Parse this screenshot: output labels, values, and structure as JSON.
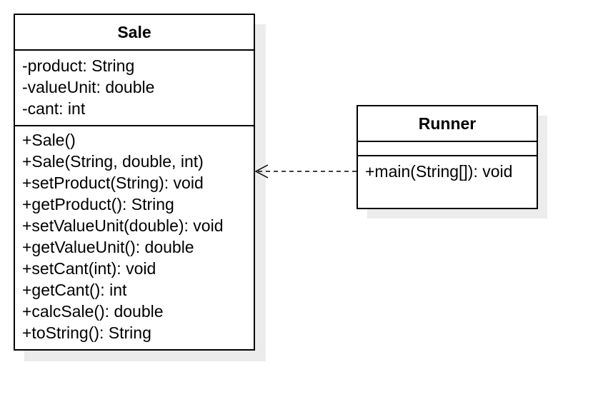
{
  "classes": {
    "sale": {
      "name": "Sale",
      "attributes": [
        "-product: String",
        "-valueUnit: double",
        "-cant: int"
      ],
      "operations": [
        "+Sale()",
        "+Sale(String, double, int)",
        "+setProduct(String): void",
        "+getProduct(): String",
        "+setValueUnit(double): void",
        "+getValueUnit(): double",
        "+setCant(int): void",
        "+getCant(): int",
        "+calcSale(): double",
        "+toString(): String"
      ]
    },
    "runner": {
      "name": "Runner",
      "attributes": [],
      "operations": [
        "+main(String[]): void"
      ]
    }
  },
  "relations": [
    {
      "type": "dependency",
      "from": "Runner",
      "to": "Sale",
      "line_style": "dashed",
      "arrowhead": "open"
    }
  ],
  "colors": {
    "stroke": "#000000",
    "fill": "#ffffff",
    "shadow": "#ececec"
  }
}
